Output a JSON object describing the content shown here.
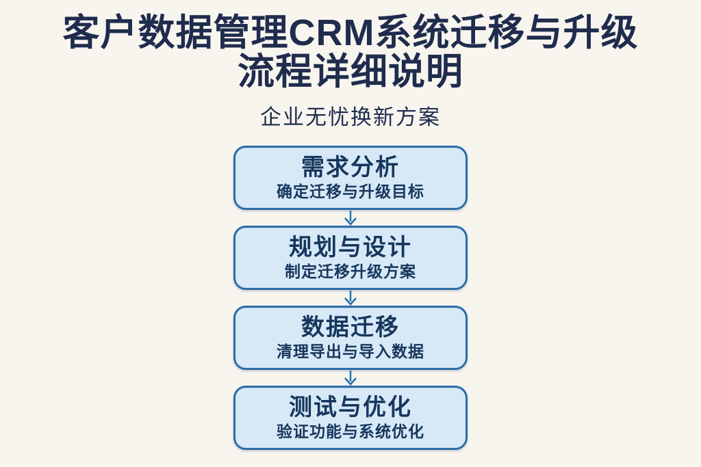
{
  "page": {
    "background": "#f7f5ee",
    "title_line1": "客户数据管理CRM系统迁移与升级",
    "title_line2": "流程详细说明",
    "subtitle": "企业无忧换新方案"
  },
  "colors": {
    "title_text": "#1f2c4e",
    "box_border": "#2e6da8",
    "box_fill": "#d7e8f7",
    "box_text": "#16365c",
    "arrow": "#2e75b6"
  },
  "flow": {
    "steps": [
      {
        "title": "需求分析",
        "desc": "确定迁移与升级目标"
      },
      {
        "title": "规划与设计",
        "desc": "制定迁移升级方案"
      },
      {
        "title": "数据迁移",
        "desc": "清理导出与导入数据"
      },
      {
        "title": "测试与优化",
        "desc": "验证功能与系统优化"
      }
    ]
  }
}
